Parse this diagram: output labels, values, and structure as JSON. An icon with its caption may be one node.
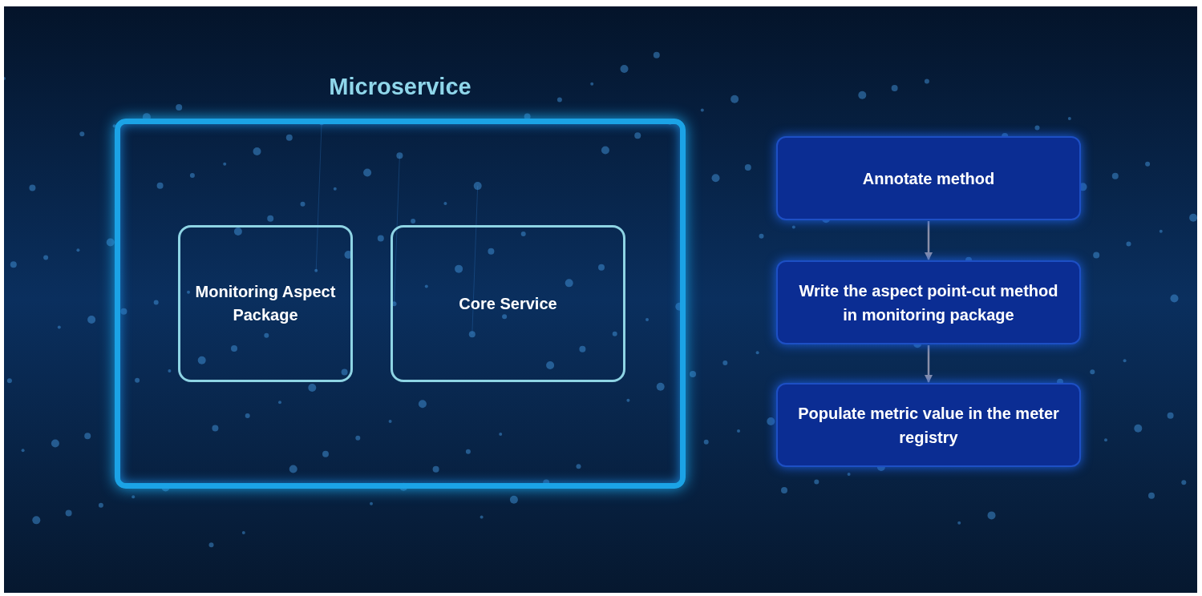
{
  "diagram": {
    "nodes": [
      {
        "text": [
          "Microservice"
        ]
      },
      {
        "text": [
          "Monitoring Aspect Package"
        ],
        "in": 0
      },
      {
        "text": [
          "Core Service"
        ],
        "in": 0
      },
      {
        "text": [
          "Annotate method"
        ]
      },
      {
        "text": [
          "Write the aspect point-cut method in monitoring package"
        ]
      },
      {
        "text": [
          "Populate metric value in the meter registry"
        ]
      }
    ],
    "edges": [
      {
        "from": 3,
        "to": 4,
        "arrow": "to"
      },
      {
        "from": 4,
        "to": 5,
        "arrow": "to"
      }
    ]
  }
}
